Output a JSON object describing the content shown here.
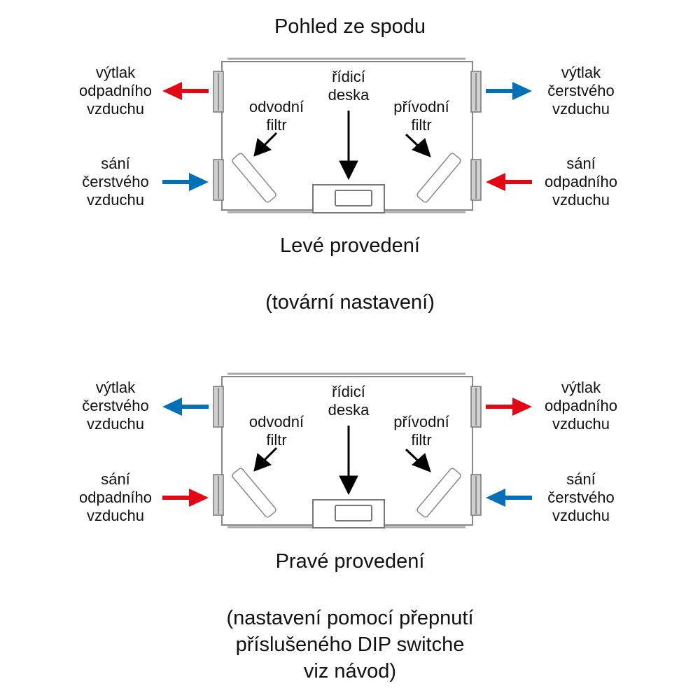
{
  "page_title": "Pohled ze spodu",
  "colors": {
    "warm": "#e30613",
    "cold": "#0070b8",
    "outline": "#777777",
    "text": "#111111"
  },
  "diagrams": [
    {
      "name": "left",
      "caption": "Levé provedení",
      "note_lines": [
        "(tovární nastavení)"
      ],
      "inner_labels": {
        "exhaust_filter": [
          "odvodní",
          "filtr"
        ],
        "control_board": [
          "řídicí",
          "deska"
        ],
        "supply_filter": [
          "přívodní",
          "filtr"
        ]
      },
      "ports": {
        "top_left": {
          "lines": [
            "výtlak",
            "odpadního",
            "vzduchu"
          ],
          "direction": "out-left",
          "color": "warm"
        },
        "bottom_left": {
          "lines": [
            "sání",
            "čerstvého",
            "vzduchu"
          ],
          "direction": "in-right",
          "color": "cold"
        },
        "top_right": {
          "lines": [
            "výtlak",
            "čerstvého",
            "vzduchu"
          ],
          "direction": "out-right",
          "color": "cold"
        },
        "bottom_right": {
          "lines": [
            "sání",
            "odpadního",
            "vzduchu"
          ],
          "direction": "in-left",
          "color": "warm"
        }
      }
    },
    {
      "name": "right",
      "caption": "Pravé provedení",
      "note_lines": [
        "(nastavení pomocí přepnutí",
        "příslušeného DIP switche",
        "viz návod)"
      ],
      "inner_labels": {
        "exhaust_filter": [
          "odvodní",
          "filtr"
        ],
        "control_board": [
          "řídicí",
          "deska"
        ],
        "supply_filter": [
          "přívodní",
          "filtr"
        ]
      },
      "ports": {
        "top_left": {
          "lines": [
            "výtlak",
            "čerstvého",
            "vzduchu"
          ],
          "direction": "out-left",
          "color": "cold"
        },
        "bottom_left": {
          "lines": [
            "sání",
            "odpadního",
            "vzduchu"
          ],
          "direction": "in-right",
          "color": "warm"
        },
        "top_right": {
          "lines": [
            "výtlak",
            "odpadního",
            "vzduchu"
          ],
          "direction": "out-right",
          "color": "warm"
        },
        "bottom_right": {
          "lines": [
            "sání",
            "čerstvého",
            "vzduchu"
          ],
          "direction": "in-left",
          "color": "cold"
        }
      }
    }
  ]
}
